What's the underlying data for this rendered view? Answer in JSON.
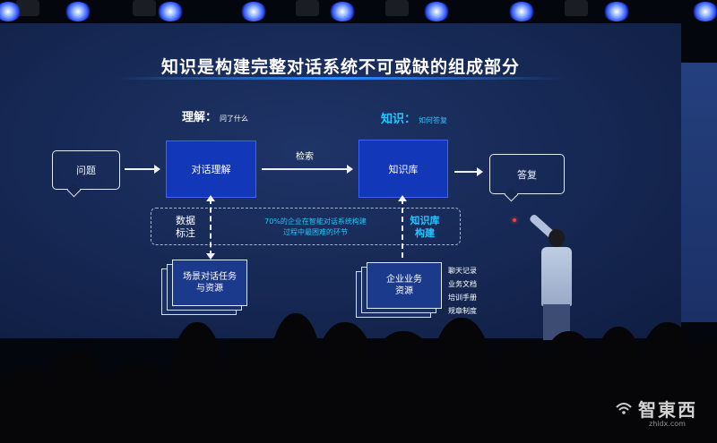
{
  "slide": {
    "title": "知识是构建完整对话系统不可或缺的组成部分",
    "understanding": {
      "heading": "理解：",
      "sub": "问了什么"
    },
    "knowledge": {
      "heading": "知识：",
      "sub": "如何答复"
    },
    "question": "问题",
    "dialog_understanding": "对话理解",
    "retrieval": "检索",
    "knowledge_base": "知识库",
    "answer": "答复",
    "data_annotation": "数据标注",
    "kb_construction": "知识库构建",
    "note_line1": "70%的企业在智能对话系统构建",
    "note_line2": "过程中最困难的环节",
    "scene_resources": {
      "line1": "场景对话任务",
      "line2": "与资源"
    },
    "enterprise_resources": {
      "line1": "企业业务",
      "line2": "资源"
    },
    "doc_types": [
      "聊天记录",
      "业务文档",
      "培训手册",
      "规章制度"
    ]
  },
  "watermark": {
    "logo": "智東西",
    "url": "zhidx.com"
  },
  "colors": {
    "accent": "#23c6ff",
    "box": "#1237b8",
    "screen": "#172a57"
  }
}
